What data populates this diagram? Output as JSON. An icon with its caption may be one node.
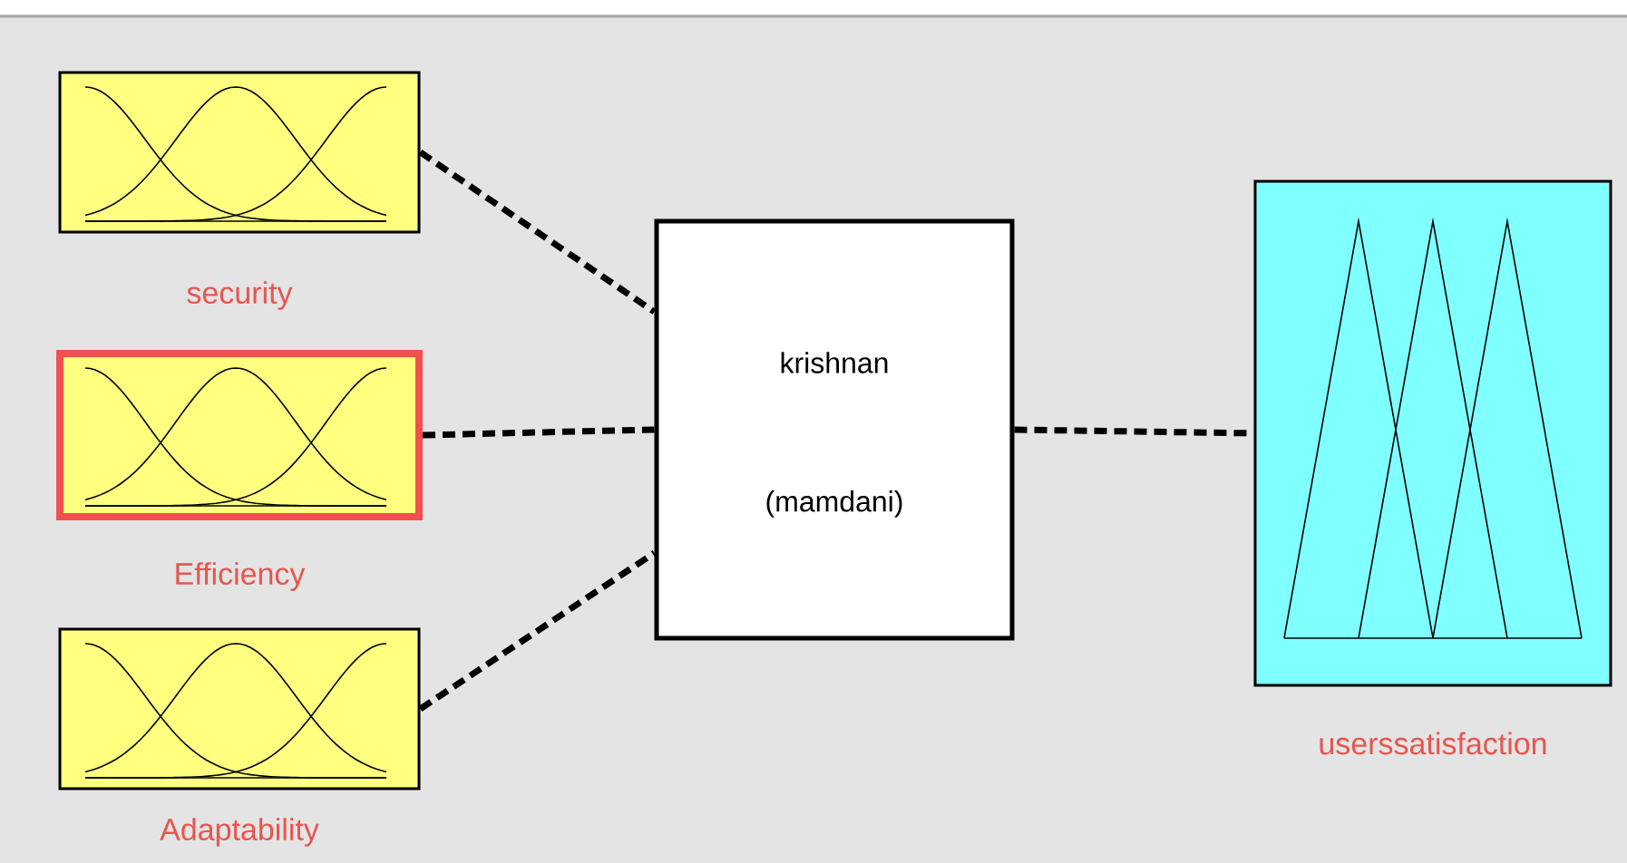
{
  "diagram": {
    "nodes": [
      {
        "text": [
          "security"
        ]
      },
      {
        "text": [
          "Efficiency"
        ]
      },
      {
        "text": [
          "Adaptability"
        ]
      },
      {
        "text": [
          "krishnan",
          "(mamdani)"
        ]
      },
      {
        "text": [
          "userssatisfaction"
        ]
      }
    ],
    "edges": [
      {
        "from": 0,
        "to": 3,
        "arrow": "none",
        "style": "dashed"
      },
      {
        "from": 1,
        "to": 3,
        "arrow": "none",
        "style": "dashed"
      },
      {
        "from": 2,
        "to": 3,
        "arrow": "none",
        "style": "dashed"
      },
      {
        "from": 3,
        "to": 4,
        "arrow": "none",
        "style": "dashed"
      }
    ]
  }
}
